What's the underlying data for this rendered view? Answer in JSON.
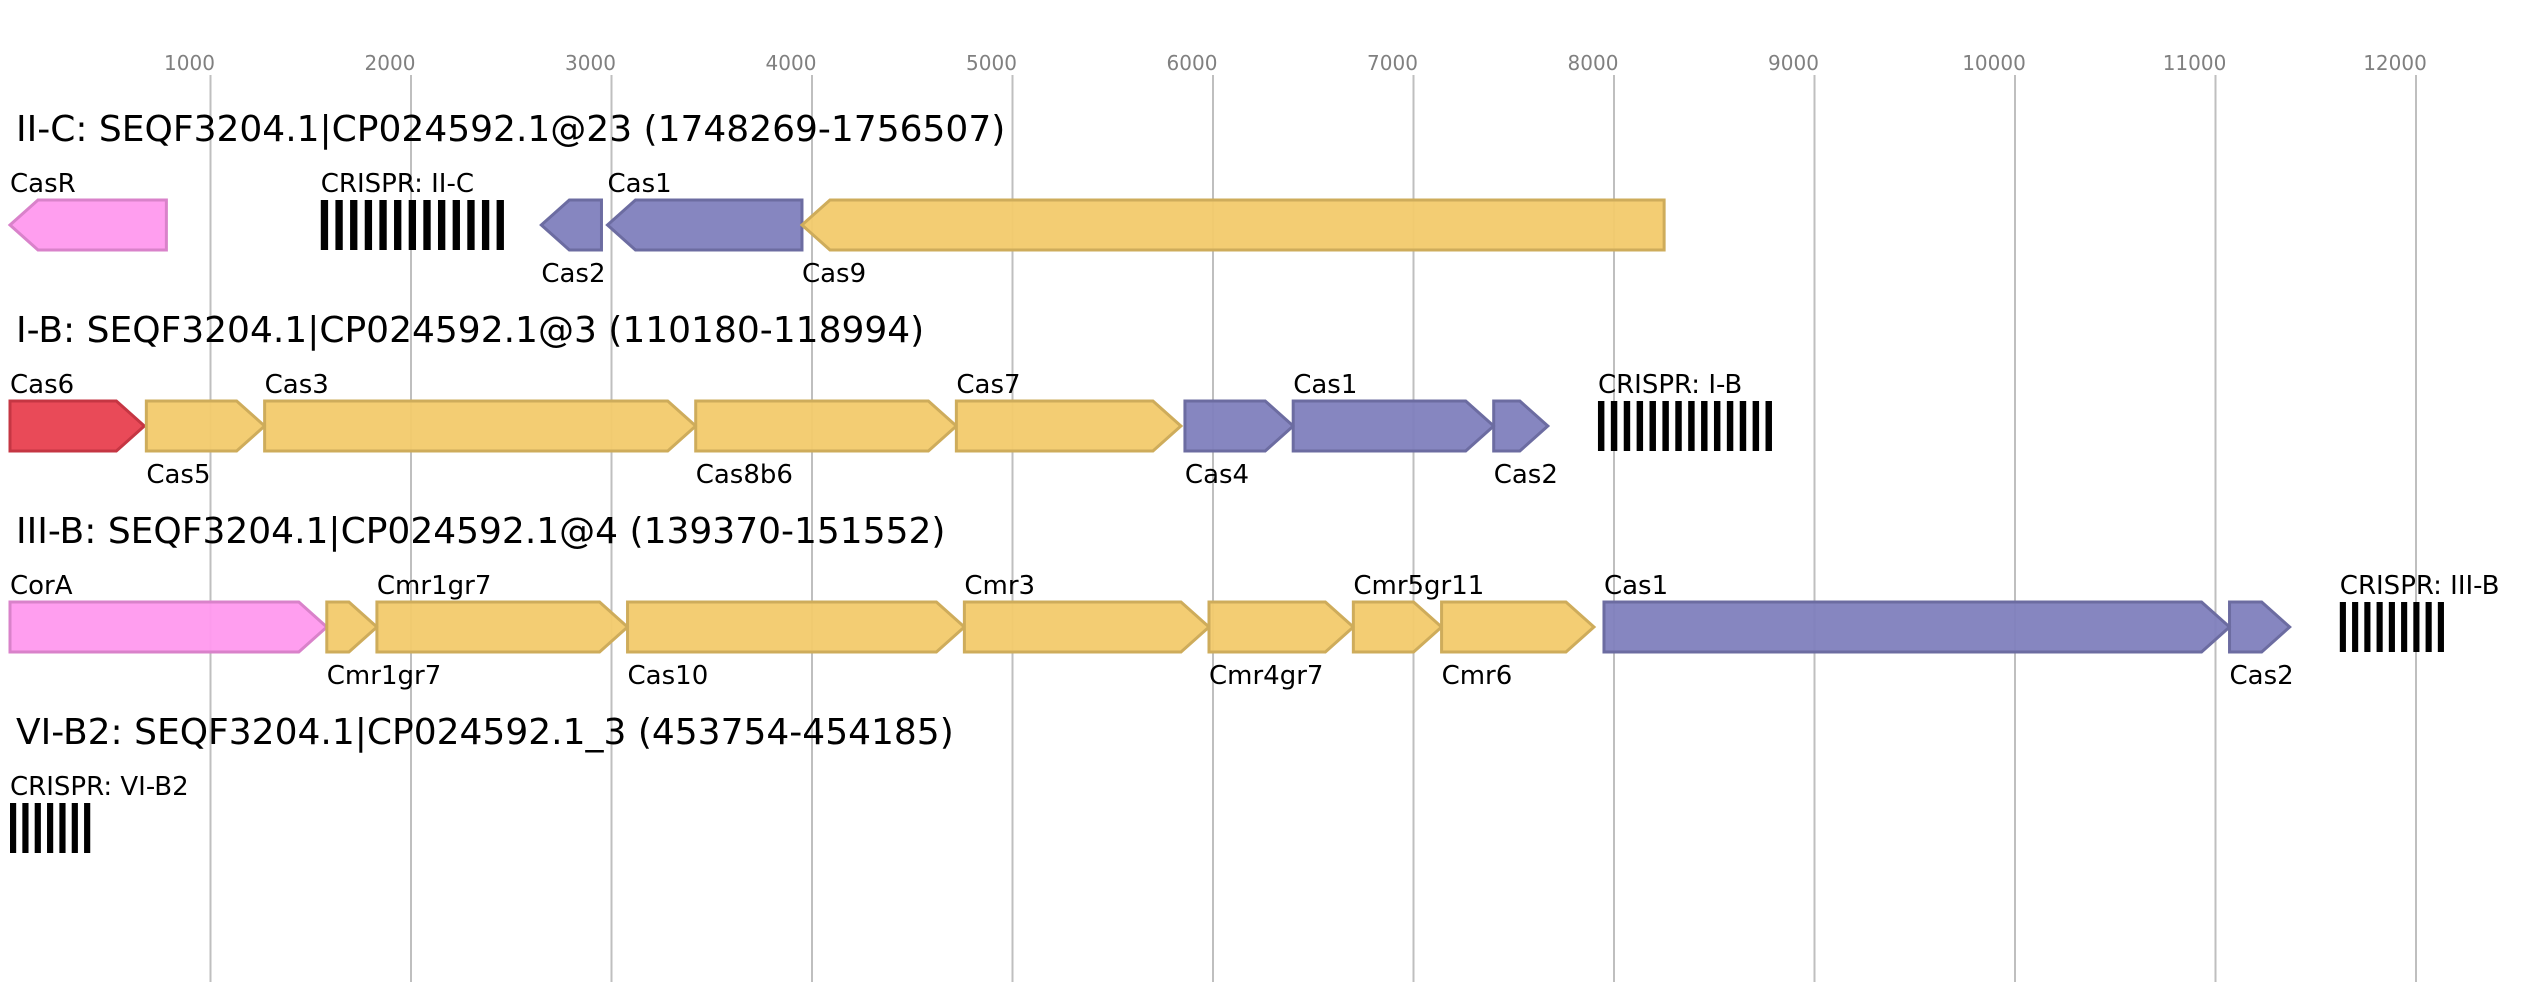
{
  "axis": {
    "ticks": [
      1000,
      2000,
      3000,
      4000,
      5000,
      6000,
      7000,
      8000,
      9000,
      10000,
      11000,
      12000
    ],
    "range": [
      0,
      12600
    ],
    "grid": true
  },
  "colors": {
    "regulator": "#ff99ee",
    "effector": "#f2ca6b",
    "adaptation": "#7f7fbd",
    "processing": "#e8404f",
    "array": "#000000"
  },
  "chart_data": {
    "type": "gene-map",
    "loci": [
      {
        "title": "II-C: SEQF3204.1|CP024592.1@23 (1748269-1756507)",
        "features": [
          {
            "label": "CasR",
            "start": 0,
            "end": 780,
            "strand": -1,
            "category": "regulator",
            "label_pos": "above"
          },
          {
            "label": "CRISPR: II-C",
            "start": 1550,
            "end": 2500,
            "kind": "array",
            "repeats": 13,
            "label_pos": "above"
          },
          {
            "label": "Cas2",
            "start": 2650,
            "end": 2950,
            "strand": -1,
            "category": "adaptation",
            "label_pos": "below"
          },
          {
            "label": "Cas1",
            "start": 2980,
            "end": 3950,
            "strand": -1,
            "category": "adaptation",
            "label_pos": "above"
          },
          {
            "label": "Cas9",
            "start": 3950,
            "end": 8250,
            "strand": -1,
            "category": "effector",
            "label_pos": "below"
          }
        ]
      },
      {
        "title": "I-B: SEQF3204.1|CP024592.1@3 (110180-118994)",
        "features": [
          {
            "label": "Cas6",
            "start": 0,
            "end": 670,
            "strand": 1,
            "category": "processing",
            "label_pos": "above"
          },
          {
            "label": "Cas5",
            "start": 680,
            "end": 1270,
            "strand": 1,
            "category": "effector",
            "label_pos": "below"
          },
          {
            "label": "Cas3",
            "start": 1270,
            "end": 3420,
            "strand": 1,
            "category": "effector",
            "label_pos": "above"
          },
          {
            "label": "Cas8b6",
            "start": 3420,
            "end": 4720,
            "strand": 1,
            "category": "effector",
            "label_pos": "below"
          },
          {
            "label": "Cas7",
            "start": 4720,
            "end": 5840,
            "strand": 1,
            "category": "effector",
            "label_pos": "above"
          },
          {
            "label": "Cas4",
            "start": 5860,
            "end": 6400,
            "strand": 1,
            "category": "adaptation",
            "label_pos": "below"
          },
          {
            "label": "Cas1",
            "start": 6400,
            "end": 7400,
            "strand": 1,
            "category": "adaptation",
            "label_pos": "above"
          },
          {
            "label": "Cas2",
            "start": 7400,
            "end": 7670,
            "strand": 1,
            "category": "adaptation",
            "label_pos": "below"
          },
          {
            "label": "CRISPR: I-B",
            "start": 7920,
            "end": 8820,
            "kind": "array",
            "repeats": 14,
            "label_pos": "above"
          }
        ]
      },
      {
        "title": "III-B: SEQF3204.1|CP024592.1@4 (139370-151552)",
        "features": [
          {
            "label": "CorA",
            "start": 0,
            "end": 1580,
            "strand": 1,
            "category": "regulator",
            "label_pos": "above"
          },
          {
            "label": "Cmr1gr7",
            "start": 1580,
            "end": 1830,
            "strand": 1,
            "category": "effector",
            "label_pos": "below"
          },
          {
            "label": "Cmr1gr7",
            "start": 1830,
            "end": 3080,
            "strand": 1,
            "category": "effector",
            "label_pos": "above"
          },
          {
            "label": "Cas10",
            "start": 3080,
            "end": 4760,
            "strand": 1,
            "category": "effector",
            "label_pos": "below"
          },
          {
            "label": "Cmr3",
            "start": 4760,
            "end": 5980,
            "strand": 1,
            "category": "effector",
            "label_pos": "above"
          },
          {
            "label": "Cmr4gr7",
            "start": 5980,
            "end": 6700,
            "strand": 1,
            "category": "effector",
            "label_pos": "below"
          },
          {
            "label": "Cmr5gr11",
            "start": 6700,
            "end": 7140,
            "strand": 1,
            "category": "effector",
            "label_pos": "above"
          },
          {
            "label": "Cmr6",
            "start": 7140,
            "end": 7900,
            "strand": 1,
            "category": "effector",
            "label_pos": "below"
          },
          {
            "label": "Cas1",
            "start": 7950,
            "end": 11070,
            "strand": 1,
            "category": "adaptation",
            "label_pos": "above"
          },
          {
            "label": "Cas2",
            "start": 11070,
            "end": 11370,
            "strand": 1,
            "category": "adaptation",
            "label_pos": "below"
          },
          {
            "label": "CRISPR: III-B",
            "start": 11620,
            "end": 12170,
            "kind": "array",
            "repeats": 9,
            "label_pos": "above"
          }
        ]
      },
      {
        "title": "VI-B2: SEQF3204.1|CP024592.1_3 (453754-454185)",
        "features": [
          {
            "label": "CRISPR: VI-B2",
            "start": 0,
            "end": 431,
            "kind": "array",
            "repeats": 7,
            "label_pos": "above"
          }
        ]
      }
    ]
  }
}
